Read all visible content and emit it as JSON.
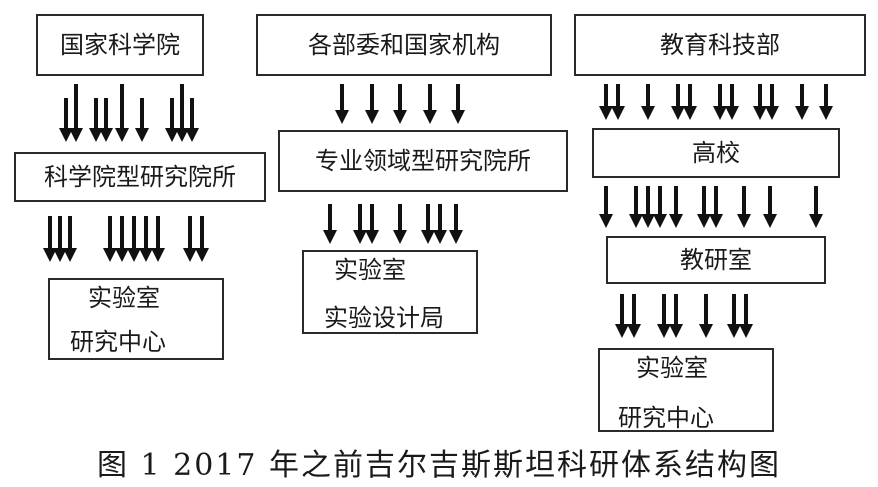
{
  "columns": {
    "left": {
      "top": "国家科学院",
      "middle": "科学院型研究院所",
      "bottom": [
        "实验室",
        "研究中心"
      ]
    },
    "center": {
      "top": "各部委和国家机构",
      "middle": "专业领域型研究院所",
      "bottom": [
        "实验室",
        "实验设计局"
      ]
    },
    "right": {
      "top": "教育科技部",
      "middle": "高校",
      "lower_middle": "教研室",
      "bottom": [
        "实验室",
        "研究中心"
      ]
    }
  },
  "caption": "图 1 2017 年之前吉尔吉斯斯坦科研体系结构图"
}
